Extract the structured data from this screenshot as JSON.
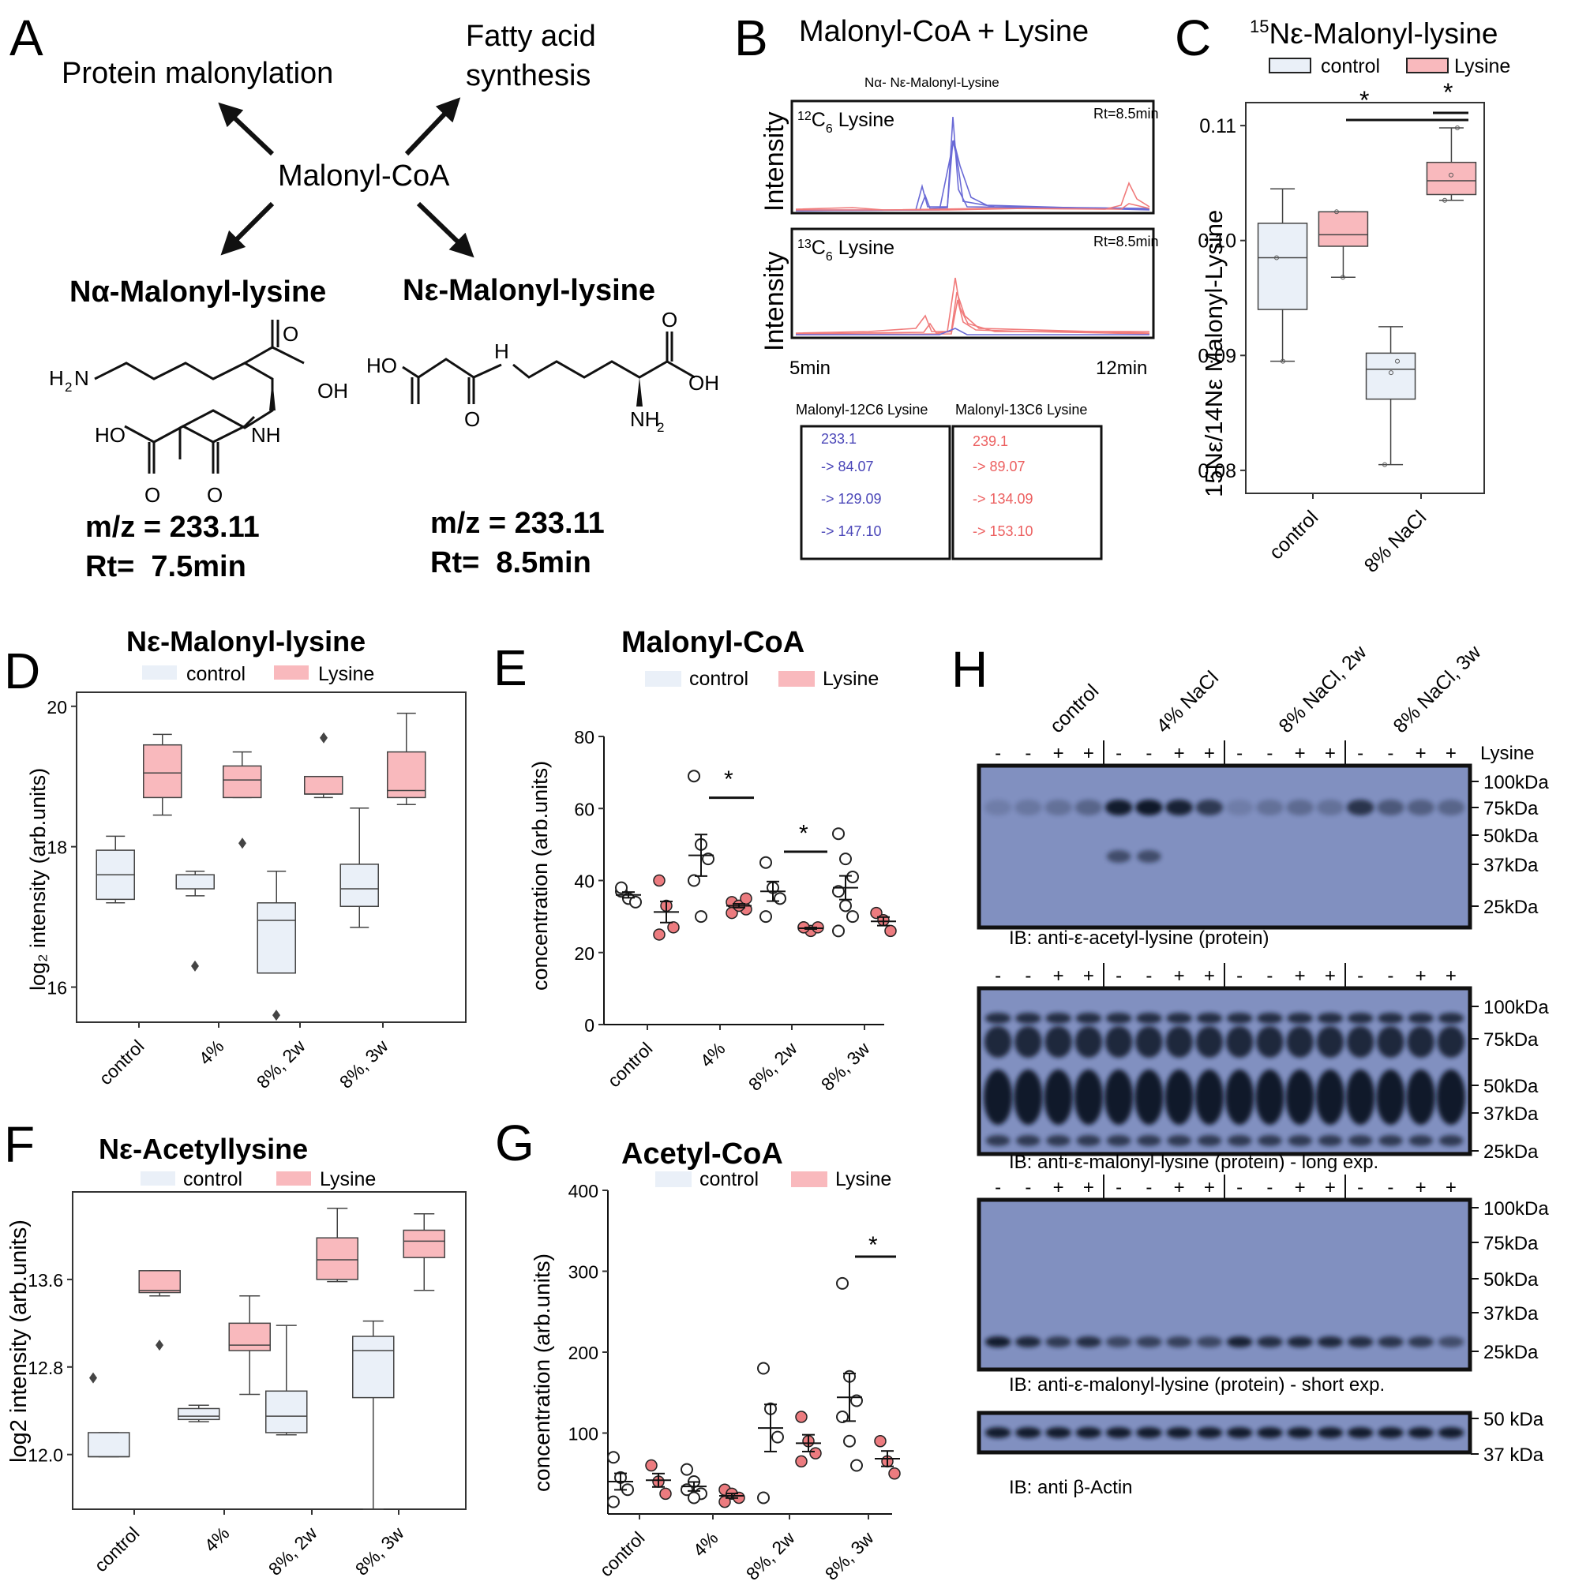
{
  "colors": {
    "control_fill": "#eaf0f8",
    "lysine_fill": "#f9b9bd",
    "lysine_point": "#ec7b7f",
    "blue_trace": "#6a6ad6",
    "red_trace": "#f07a7a",
    "blot_bg": "#8190c0",
    "blot_band": "#101826"
  },
  "panels": {
    "A": {
      "letter": "A",
      "protein_malonylation": "Protein malonylation",
      "fatty_acid": [
        "Fatty acid",
        "synthesis"
      ],
      "center": "Malonyl-CoA",
      "alpha_name": "Nα-Malonyl-lysine",
      "eps_name": "Nε-Malonyl-lysine",
      "alpha_mz": "m/z = 233.11",
      "alpha_rt": "Rt=  7.5min",
      "eps_mz": "m/z = 233.11",
      "eps_rt": "Rt=  8.5min",
      "atoms": {
        "h2n": "H",
        "h2n_sub": "2",
        "h2n_n": "N",
        "o": "O",
        "oh": "OH",
        "nh": "NH",
        "ho": "HO",
        "h": "H",
        "nh2": "NH",
        "nh2_sub": "2"
      }
    },
    "B": {
      "letter": "B",
      "title": "Malonyl-CoA + Lysine",
      "trace_title": "Nα- Nε-Malonyl-Lysine",
      "trace1_label_pre": "12",
      "trace1_label": "C",
      "trace1_sub": "6",
      "trace1_label_post": " Lysine",
      "trace2_label_pre": "13",
      "trace2_label": "C",
      "trace2_sub": "6",
      "trace2_label_post": " Lysine",
      "rt": "Rt=8.5min",
      "ylabel": "Intensity",
      "xstart": "5min",
      "xend": "12min",
      "box1_title": "Malonyl-12C6 Lysine",
      "box2_title": "Malonyl-13C6 Lysine",
      "box1": [
        "233.1",
        "-> 84.07",
        "-> 129.09",
        "-> 147.10"
      ],
      "box2": [
        "239.1",
        "-> 89.07",
        "-> 134.09",
        "-> 153.10"
      ]
    },
    "C": {
      "letter": "C",
      "title_sup": "15",
      "title": "Nε-Malonyl-lysine",
      "legend": [
        "control",
        "Lysine"
      ],
      "ylabel": "15Nε/14Nε Malonyl-Lysine",
      "yticks": [
        "0.08",
        "0.09",
        "0.10",
        "0.11"
      ],
      "xticks": [
        "control",
        "8% NaCl"
      ],
      "star": "*"
    },
    "D": {
      "letter": "D",
      "title": "Nε-Malonyl-lysine",
      "legend": [
        "control",
        "Lysine"
      ],
      "ylabel": "log₂ intensity (arb.units)",
      "yticks": [
        "16",
        "18",
        "20"
      ],
      "xticks": [
        "control",
        "4%",
        "8%, 2w",
        "8%, 3w"
      ]
    },
    "E": {
      "letter": "E",
      "title": "Malonyl-CoA",
      "legend": [
        "control",
        "Lysine"
      ],
      "ylabel": "concentration (arb.units)",
      "yticks": [
        "0",
        "20",
        "40",
        "60",
        "80"
      ],
      "xticks": [
        "control",
        "4%",
        "8%, 2w",
        "8%, 3w"
      ],
      "star": "*"
    },
    "F": {
      "letter": "F",
      "title": "Nε-Acetyllysine",
      "legend": [
        "control",
        "Lysine"
      ],
      "ylabel": "log2 intensity (arb.units)",
      "yticks": [
        "12.0",
        "12.8",
        "13.6"
      ],
      "xticks": [
        "control",
        "4%",
        "8%, 2w",
        "8%, 3w"
      ]
    },
    "G": {
      "letter": "G",
      "title": "Acetyl-CoA",
      "legend": [
        "control",
        "Lysine"
      ],
      "ylabel": "concentration (arb.units)",
      "yticks": [
        "100",
        "200",
        "300",
        "400"
      ],
      "xticks": [
        "control",
        "4%",
        "8%, 2w",
        "8%, 3w"
      ],
      "star": "*"
    },
    "H": {
      "letter": "H",
      "groups": [
        "control",
        "4% NaCl",
        "8% NaCl, 2w",
        "8% NaCl, 3w"
      ],
      "lysine": "Lysine",
      "signs": [
        "-",
        "-",
        "+",
        "+",
        "-",
        "-",
        "+",
        "+",
        "-",
        "-",
        "+",
        "+",
        "-",
        "-",
        "+",
        "+"
      ],
      "blot1_caption": "IB: anti-ε-acetyl-lysine (protein)",
      "blot2_caption": "IB: anti-ε-malonyl-lysine (protein) - long exp.",
      "blot3_caption": "IB: anti-ε-malonyl-lysine (protein) - short exp.",
      "blot4_caption": "IB: anti β-Actin",
      "markers": [
        "100kDa",
        "75kDa",
        "50kDa",
        "37kDa",
        "25kDa"
      ],
      "actin_markers": [
        "50 kDa",
        "37 kDa"
      ]
    }
  },
  "chart_data": [
    {
      "panel": "C",
      "type": "box",
      "categories": [
        "control",
        "8% NaCl"
      ],
      "ylim": [
        0.078,
        0.112
      ],
      "series": [
        {
          "name": "control",
          "boxes": [
            [
              0.0895,
              0.094,
              0.0985,
              0.1015,
              0.1045
            ],
            [
              0.0805,
              0.0862,
              0.0888,
              0.0902,
              0.0925
            ]
          ]
        },
        {
          "name": "Lysine",
          "boxes": [
            [
              0.0968,
              0.0995,
              0.1005,
              0.1025,
              0.1025
            ],
            [
              0.1035,
              0.104,
              0.1052,
              0.1068,
              0.1098
            ]
          ]
        }
      ]
    },
    {
      "panel": "D",
      "type": "box",
      "categories": [
        "control",
        "4%",
        "8%, 2w",
        "8%, 3w"
      ],
      "ylim": [
        15.5,
        20.2
      ],
      "series": [
        {
          "name": "control",
          "boxes": [
            [
              17.2,
              17.25,
              17.6,
              17.95,
              18.15
            ],
            [
              17.3,
              17.4,
              17.6,
              17.6,
              17.65
            ],
            [
              16.2,
              16.2,
              16.95,
              17.2,
              17.65
            ],
            [
              16.85,
              17.15,
              17.4,
              17.75,
              18.55
            ]
          ]
        },
        {
          "name": "Lysine",
          "boxes": [
            [
              18.45,
              18.7,
              19.05,
              19.45,
              19.6
            ],
            [
              18.7,
              18.7,
              18.95,
              19.15,
              19.35
            ],
            [
              18.7,
              18.75,
              18.75,
              19.0,
              19.0
            ],
            [
              18.6,
              18.7,
              18.8,
              19.35,
              19.9
            ]
          ]
        }
      ]
    },
    {
      "panel": "E",
      "type": "scatter",
      "categories": [
        "control",
        "4%",
        "8%, 2w",
        "8%, 3w"
      ],
      "ylim": [
        0,
        80
      ],
      "series": [
        {
          "name": "control",
          "points": [
            [
              37,
              35,
              34,
              38
            ],
            [
              69,
              50,
              46,
              40,
              30
            ],
            [
              45,
              38,
              35,
              30
            ],
            [
              53,
              46,
              41,
              37,
              33,
              30,
              26
            ]
          ]
        },
        {
          "name": "Lysine",
          "points": [
            [
              40,
              33,
              27,
              25
            ],
            [
              34,
              33,
              32,
              31,
              33,
              35
            ],
            [
              27,
              26,
              27,
              27
            ],
            [
              31,
              29,
              26
            ]
          ]
        }
      ]
    },
    {
      "panel": "F",
      "type": "box",
      "categories": [
        "control",
        "4%",
        "8%, 2w",
        "8%, 3w"
      ],
      "ylim": [
        11.5,
        14.4
      ],
      "series": [
        {
          "name": "control",
          "boxes": [
            [
              11.98,
              11.98,
              11.98,
              12.2,
              12.2
            ],
            [
              12.3,
              12.32,
              12.35,
              12.42,
              12.45
            ],
            [
              12.18,
              12.2,
              12.35,
              12.58,
              13.18
            ],
            [
              11.5,
              12.52,
              12.95,
              13.08,
              13.22
            ]
          ]
        },
        {
          "name": "Lysine",
          "boxes": [
            [
              13.45,
              13.48,
              13.5,
              13.68,
              13.68
            ],
            [
              12.55,
              12.95,
              13.0,
              13.2,
              13.45
            ],
            [
              13.58,
              13.6,
              13.78,
              13.98,
              14.25
            ],
            [
              13.5,
              13.8,
              13.95,
              14.05,
              14.2
            ]
          ]
        }
      ]
    },
    {
      "panel": "G",
      "type": "scatter",
      "categories": [
        "control",
        "4%",
        "8%, 2w",
        "8%, 3w"
      ],
      "ylim": [
        0,
        400
      ],
      "series": [
        {
          "name": "control",
          "points": [
            [
              70,
              45,
              30,
              15
            ],
            [
              55,
              40,
              25,
              30,
              20
            ],
            [
              180,
              130,
              95,
              20
            ],
            [
              285,
              170,
              140,
              120,
              90,
              60
            ]
          ]
        },
        {
          "name": "Lysine",
          "points": [
            [
              60,
              40,
              25
            ],
            [
              30,
              25,
              20,
              15
            ],
            [
              120,
              90,
              75,
              65
            ],
            [
              90,
              65,
              50
            ]
          ]
        }
      ]
    }
  ]
}
